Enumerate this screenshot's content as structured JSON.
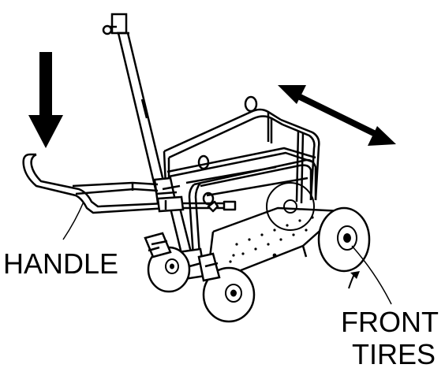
{
  "diagram": {
    "labels": {
      "handle": "HANDLE",
      "front_tires_line1": "FRONT",
      "front_tires_line2": "TIRES"
    },
    "colors": {
      "stroke": "#000000",
      "fill_light": "#ffffff",
      "fill_shade": "#e6e6e6"
    },
    "icons": {
      "down_arrow": "down-arrow-icon",
      "double_arrow": "double-headed-arrow-icon",
      "curved_arrow": "curved-arrow-icon"
    }
  }
}
